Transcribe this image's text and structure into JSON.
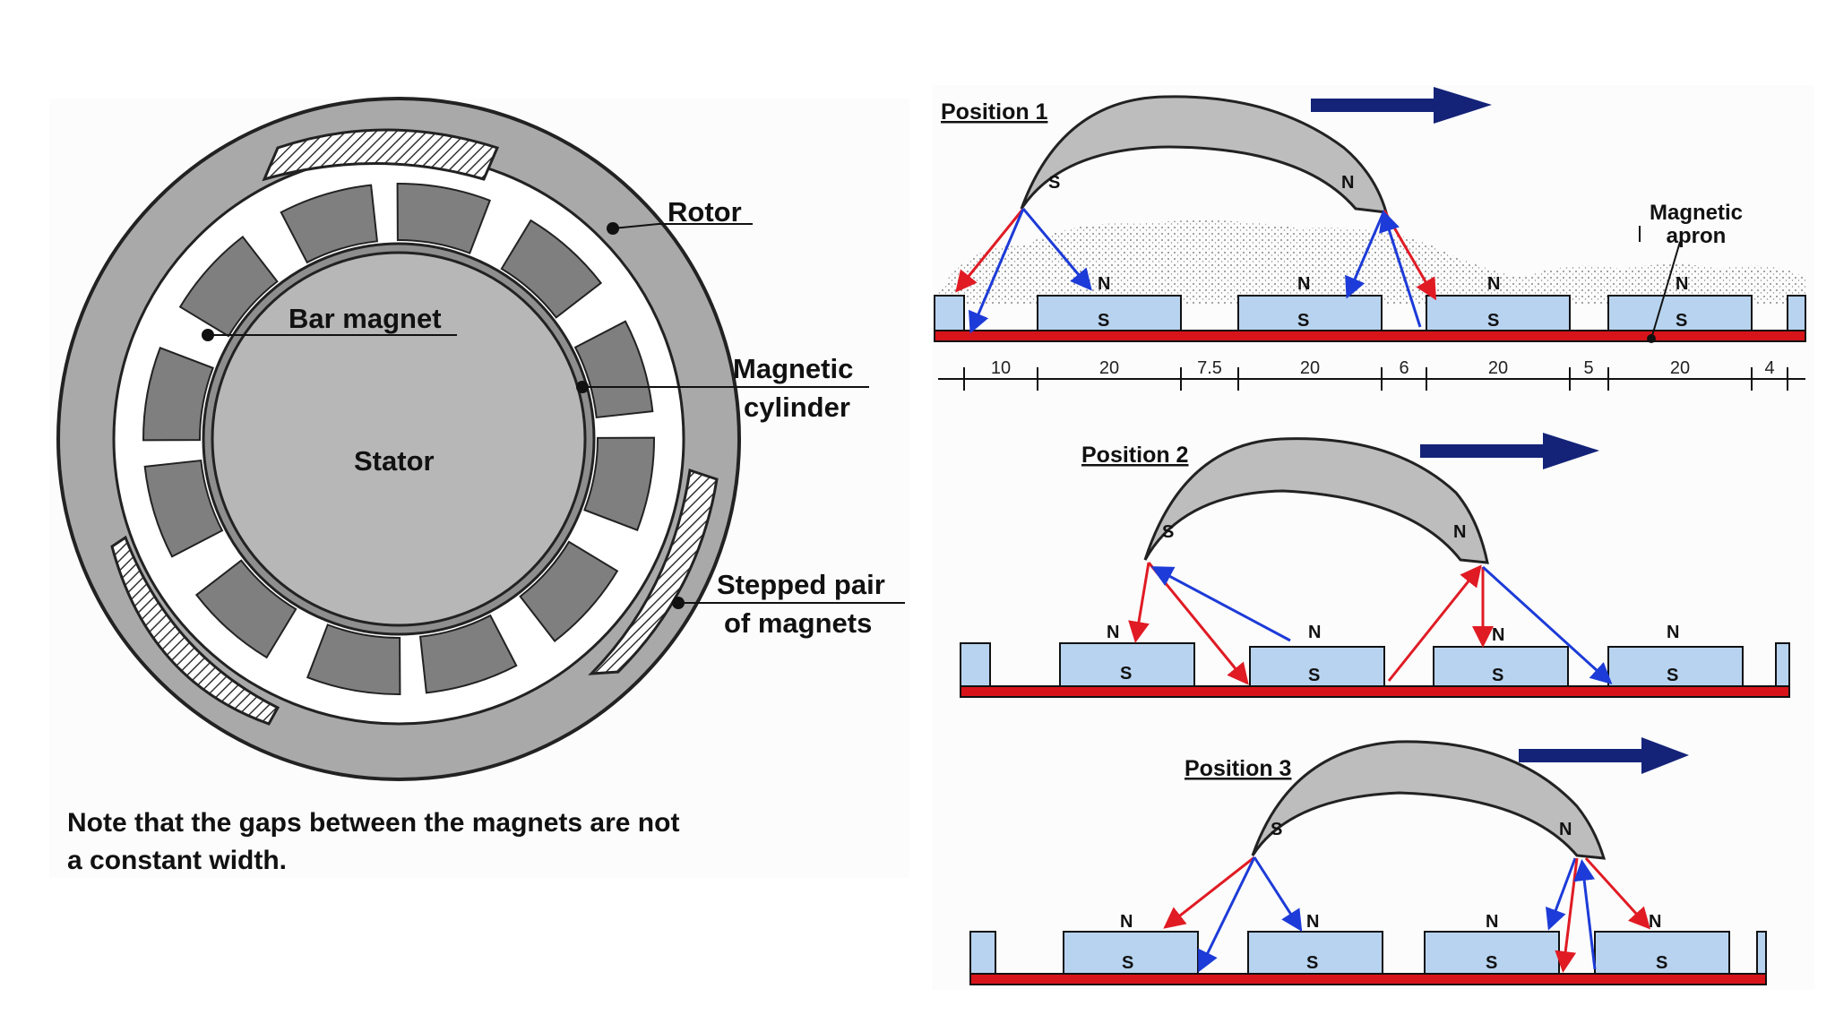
{
  "left": {
    "labels": {
      "rotor": "Rotor",
      "bar_magnet": "Bar magnet",
      "magnetic": "Magnetic",
      "cylinder": "cylinder",
      "stator": "Stator",
      "stepped_pair": "Stepped pair",
      "of_magnets": "of magnets"
    },
    "note_line1": "Note that the gaps between the magnets are not",
    "note_line2": "a constant width."
  },
  "right": {
    "position1_title": "Position 1",
    "position2_title": "Position 2",
    "position3_title": "Position 3",
    "apron_line1": "Magnetic",
    "apron_line2": "apron",
    "pole_n": "N",
    "pole_s": "S",
    "dimensions": [
      "10",
      "20",
      "7.5",
      "20",
      "6",
      "20",
      "5",
      "20",
      "4"
    ]
  },
  "colors": {
    "rotor_gray": "#a9a9a9",
    "stator_gray": "#b7b7b7",
    "magnet_gray": "#7f7f7f",
    "magnet_blue": "#b7d3ef",
    "apron_red": "#d7141a",
    "arrow_navy": "#142378",
    "field_red": "#e01b24",
    "field_blue": "#1d3bd8"
  }
}
